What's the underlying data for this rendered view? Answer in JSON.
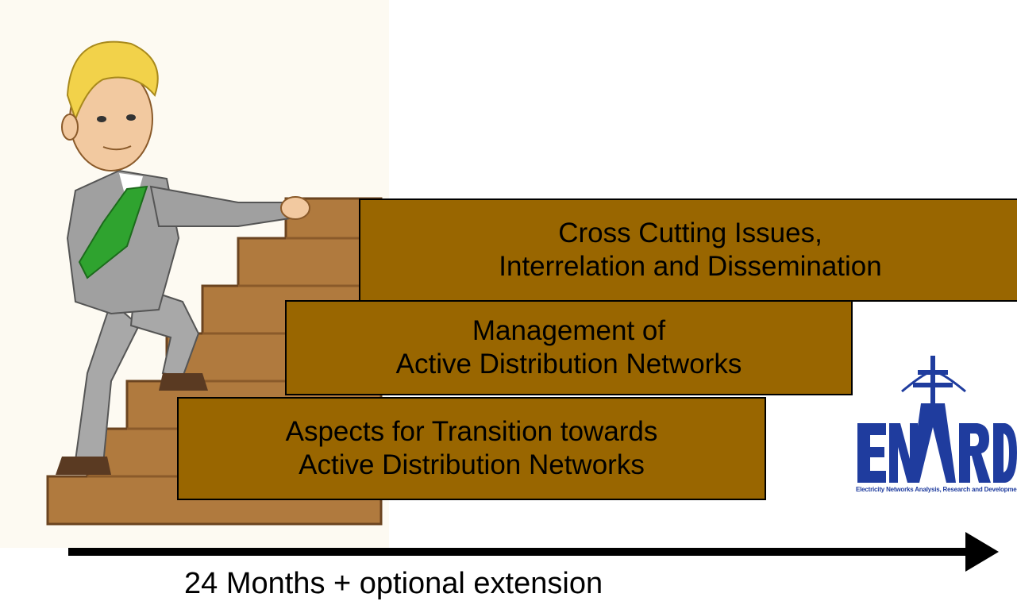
{
  "steps": [
    {
      "line1": "Cross Cutting Issues,",
      "line2": "Interrelation and Dissemination"
    },
    {
      "line1": "Management of",
      "line2": "Active Distribution Networks"
    },
    {
      "line1": "Aspects for Transition towards",
      "line2": "Active Distribution Networks"
    }
  ],
  "timeline": {
    "label": "24 Months + optional extension"
  },
  "logo": {
    "letters": "ENARD",
    "caption": "Electricity Networks Analysis, Research and Development"
  },
  "colors": {
    "box_fill": "#996600",
    "box_border": "#000000",
    "stair_fill": "#b07a3e",
    "logo_blue": "#1f3c9e",
    "arrow": "#000000"
  },
  "icons": [
    "businessman-climbing-stairs-illustration",
    "enard-pylon-logo",
    "arrow-right-icon"
  ]
}
